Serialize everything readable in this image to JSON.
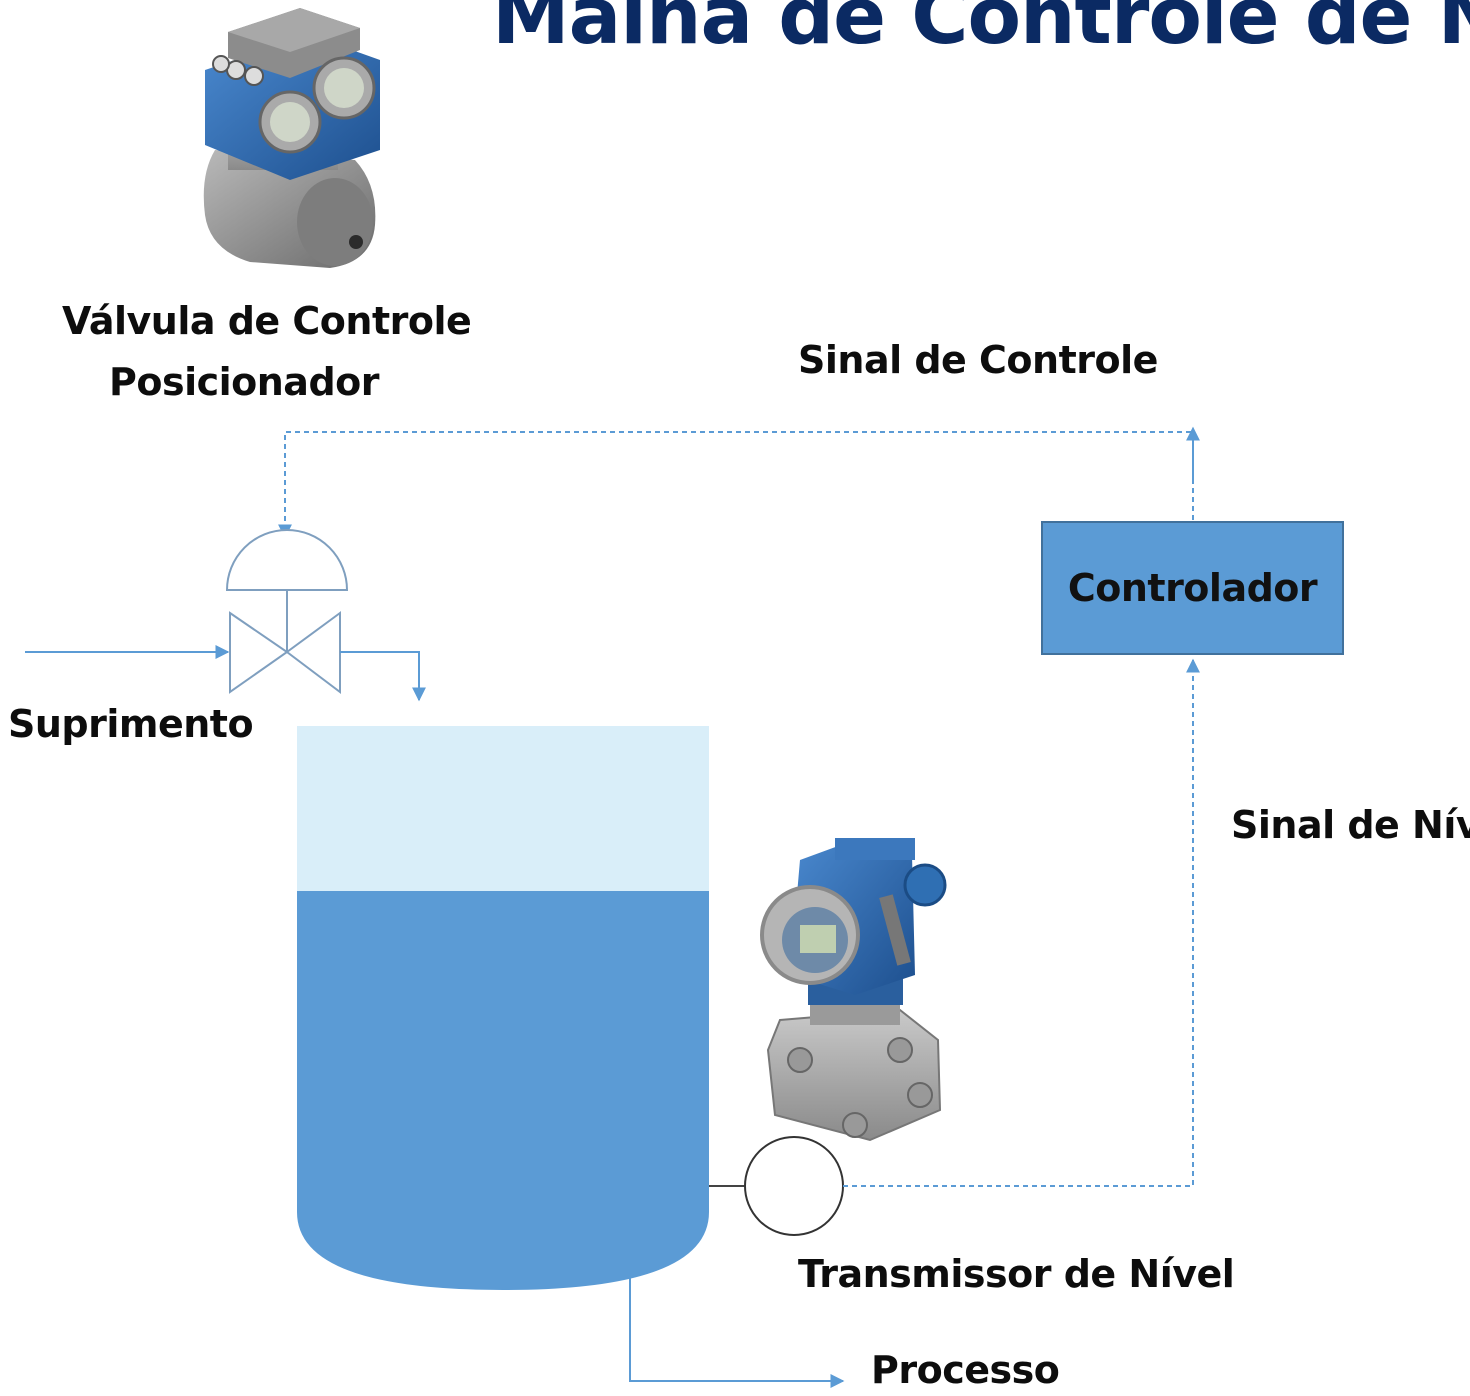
{
  "title": "Malha de Controle de N",
  "labels": {
    "valve_line1": "Válvula de Controle",
    "valve_line2": "Posicionador",
    "control_signal": "Sinal de Controle",
    "controller": "Controlador",
    "supply": "Suprimento",
    "level_signal": "Sinal de Nív",
    "level_transmitter": "Transmissor de Nível",
    "process": "Processo"
  },
  "colors": {
    "title": "#0b2a63",
    "liquid": "#5b9bd5",
    "tank_empty": "#d9eef9",
    "signal_line": "#5b9bd5",
    "controller_fill": "#5b9bd5",
    "device_blue": "#2f6fb3"
  },
  "tank_fill_level": 0.74
}
